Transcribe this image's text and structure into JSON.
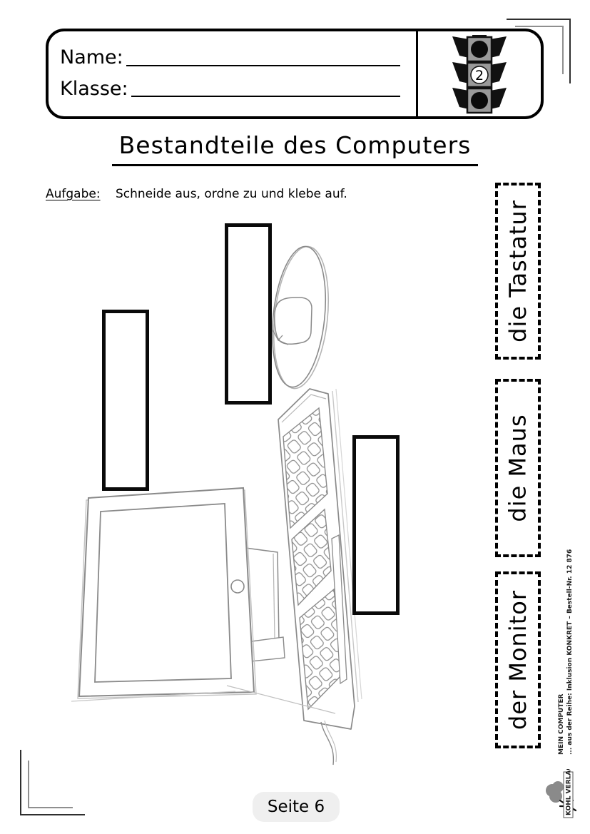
{
  "title": "Bestandteile des Computers",
  "header": {
    "name_label": "Name:",
    "klasse_label": "Klasse:",
    "traffic_light": {
      "number": "2"
    }
  },
  "task": {
    "label": "Aufgabe:",
    "text": "Schneide aus, ordne zu und klebe auf."
  },
  "cut_labels": [
    {
      "text": "die Tastatur"
    },
    {
      "text": "die Maus"
    },
    {
      "text": "der Monitor"
    }
  ],
  "margin_note": {
    "line1": "MEIN COMPUTER",
    "line2": "... aus der Reihe: Inklusion KONKRET  –  Bestell-Nr. 12 876"
  },
  "footer": {
    "page_label": "Seite 6"
  },
  "publisher": {
    "name": "KOHL VERLAG"
  },
  "colors": {
    "ink": "#000000",
    "sketch_gray": "#8a8a8a",
    "badge_bg": "#efefef",
    "traffic_body_gray": "#9a9a9a"
  }
}
